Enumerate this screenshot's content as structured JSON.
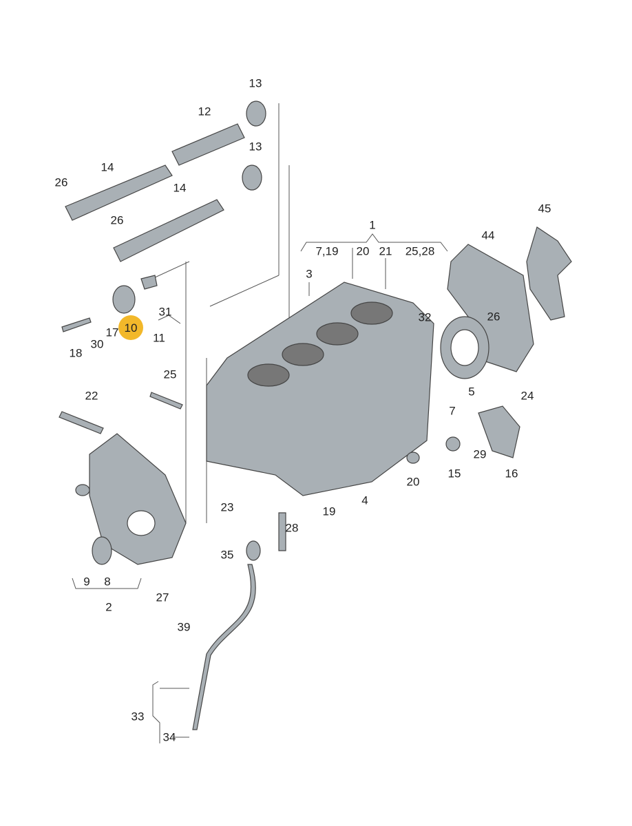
{
  "title": "Engine cylinder block exploded parts diagram",
  "highlight_color": "#f2b82a",
  "part_color": "#9aa2a8",
  "labels": [
    "1",
    "7,19",
    "20",
    "21",
    "25,28",
    "13",
    "12",
    "13",
    "14",
    "14",
    "26",
    "26",
    "3",
    "44",
    "45",
    "32",
    "26",
    "31",
    "10",
    "11",
    "17",
    "30",
    "18",
    "25",
    "22",
    "5",
    "24",
    "7",
    "29",
    "15",
    "16",
    "20",
    "4",
    "19",
    "23",
    "28",
    "35",
    "9",
    "8",
    "2",
    "27",
    "39",
    "33",
    "34"
  ],
  "highlighted_part": "10"
}
